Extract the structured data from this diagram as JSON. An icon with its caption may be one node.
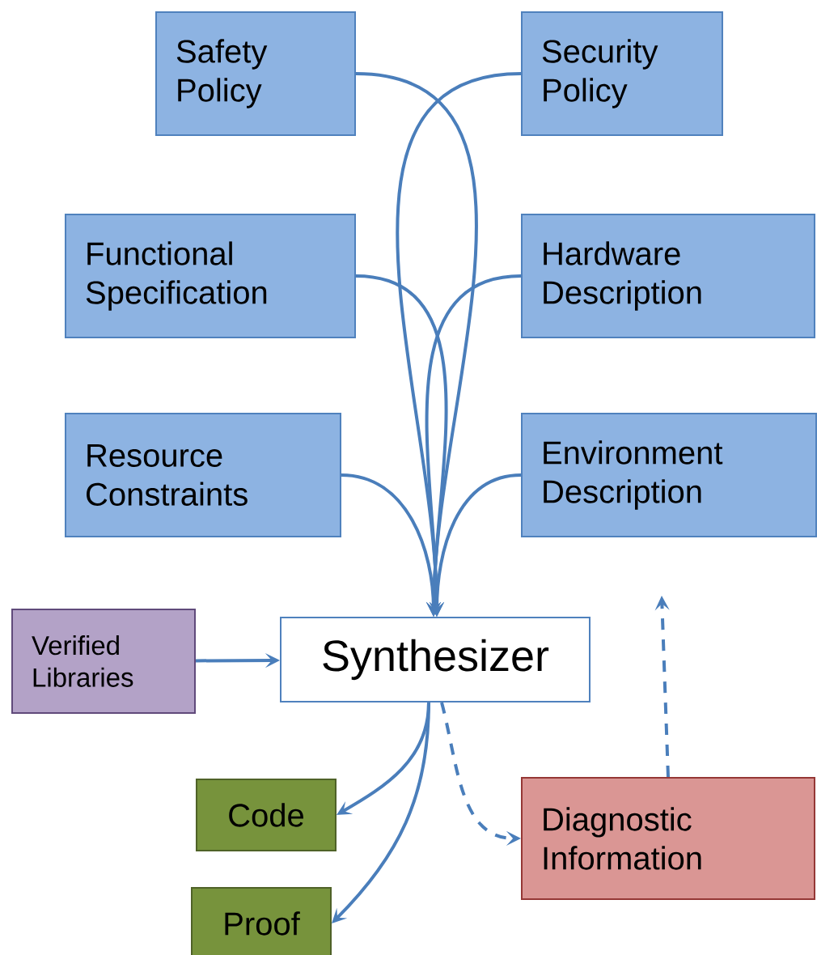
{
  "diagram": {
    "nodes": [
      {
        "text": [
          "Safety Policy"
        ]
      },
      {
        "text": [
          "Security Policy"
        ]
      },
      {
        "text": [
          "Functional Specification"
        ]
      },
      {
        "text": [
          "Hardware Description"
        ]
      },
      {
        "text": [
          "Resource Constraints"
        ]
      },
      {
        "text": [
          "Environment Description"
        ]
      },
      {
        "text": [
          "Verified Libraries"
        ]
      },
      {
        "text": [
          "Synthesizer"
        ]
      },
      {
        "text": [
          "Code"
        ]
      },
      {
        "text": [
          "Proof"
        ]
      },
      {
        "text": [
          "Diagnostic Information"
        ]
      }
    ],
    "edges": [
      {
        "from": 0,
        "to": 7,
        "arrow": "to"
      },
      {
        "from": 1,
        "to": 7,
        "arrow": "to"
      },
      {
        "from": 2,
        "to": 7,
        "arrow": "to"
      },
      {
        "from": 3,
        "to": 7,
        "arrow": "to"
      },
      {
        "from": 4,
        "to": 7,
        "arrow": "to"
      },
      {
        "from": 5,
        "to": 7,
        "arrow": "to"
      },
      {
        "from": 6,
        "to": 7,
        "arrow": "to"
      },
      {
        "from": 7,
        "to": 8,
        "arrow": "to"
      },
      {
        "from": 7,
        "to": 9,
        "arrow": "to"
      },
      {
        "from": 7,
        "to": 10,
        "arrow": "to",
        "style": "dashed"
      },
      {
        "from": 10,
        "to": null,
        "arrow": "to",
        "style": "dashed"
      }
    ]
  }
}
